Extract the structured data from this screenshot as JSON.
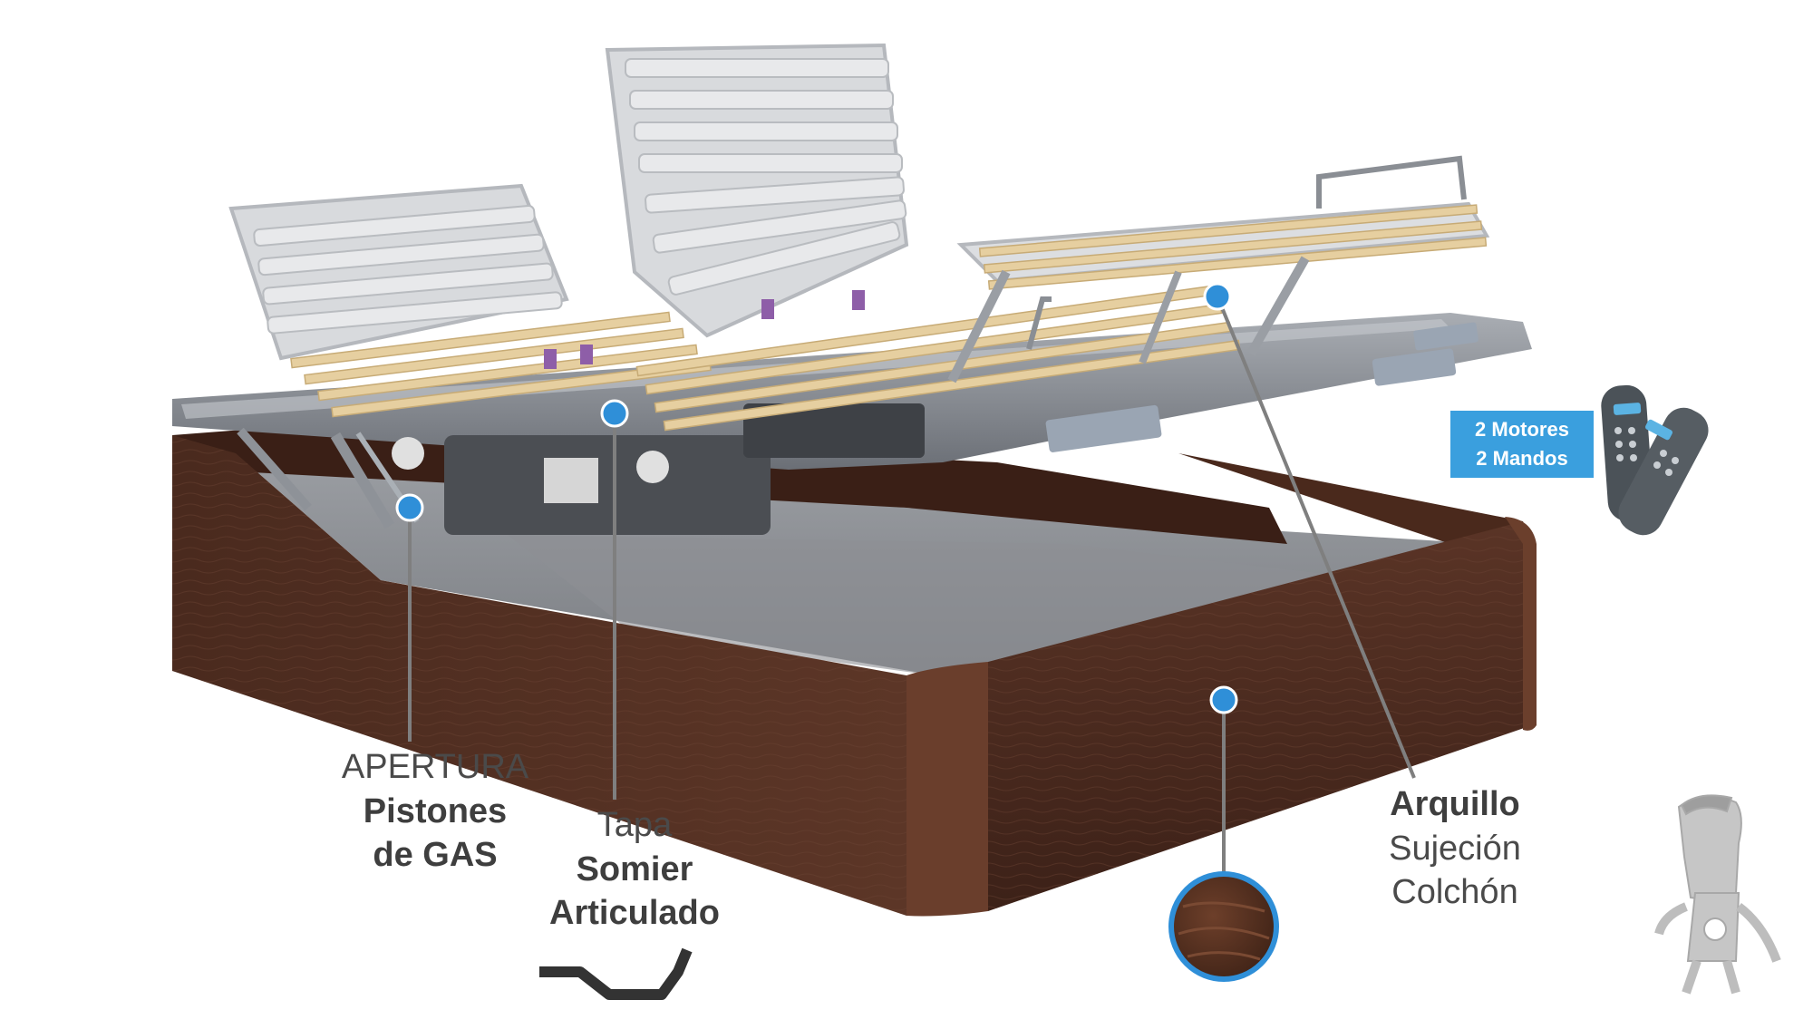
{
  "labels": {
    "apertura": {
      "line1": "APERTURA",
      "line2": "Pistones",
      "line3": "de GAS"
    },
    "tapa": {
      "line1": "Tapa",
      "line2": "Somier",
      "line3": "Articulado"
    },
    "arquillo": {
      "line1": "Arquillo",
      "line2": "Sujeción",
      "line3": "Colchón"
    },
    "motores": {
      "line1": "2 Motores",
      "line2": "2 Mandos"
    }
  },
  "colors": {
    "accent": "#3a9fde",
    "wood": "#4e2d20",
    "frame": "#7c8088",
    "slat": "#e6cfa0",
    "label_text": "#4a4a4a"
  },
  "icons": [
    "remote-control-icon",
    "mascot-logo-icon",
    "profile-shape-icon",
    "wood-swatch-icon"
  ]
}
